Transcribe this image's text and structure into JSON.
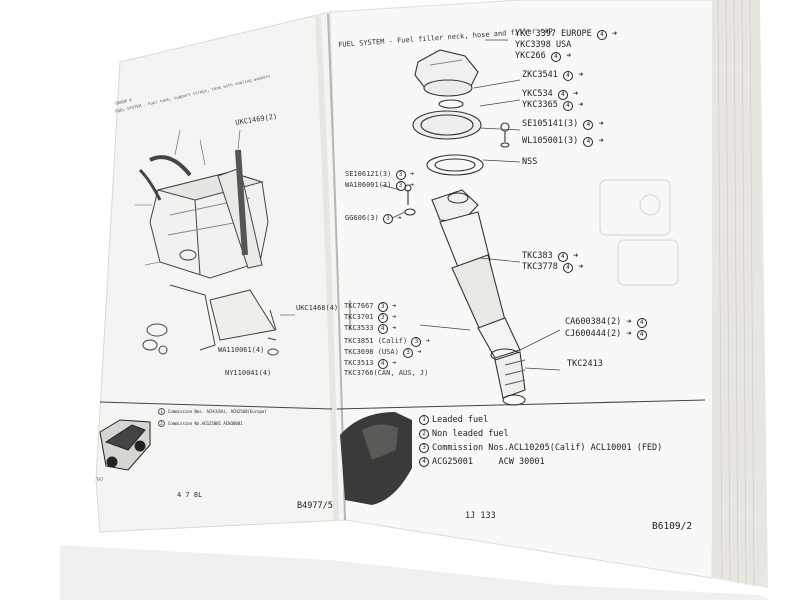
{
  "left_page": {
    "group": "GROUP 6",
    "heading": "FUEL SYSTEM - Fuel tank, support straps, tank with sealing washers",
    "part_labels": [
      "UKC1469(2)",
      "UKC1468(4)",
      "WA110061(4)",
      "NY110041(4)"
    ],
    "notes": [
      {
        "num": "1",
        "text": "Commission Nos. ACH(USA), ACH2568(Europe)"
      },
      {
        "num": "2",
        "text": "Commission No.ACG25001 ACW30001"
      }
    ],
    "footer_code": "TA7",
    "page_number": "4 7 8L",
    "plate_code": "B4977/5"
  },
  "right_page": {
    "heading": "FUEL SYSTEM - Fuel filler neck, hose and filler cap",
    "part_labels": [
      {
        "code": "YKC 3397 EUROPE",
        "mark": "4"
      },
      {
        "code": "YKC3398 USA",
        "mark": ""
      },
      {
        "code": "YKC266",
        "mark": "4"
      },
      {
        "code": "ZKC3541",
        "mark": "4"
      },
      {
        "code": "YKC534",
        "mark": "4"
      },
      {
        "code": "YKC3365",
        "mark": "4"
      },
      {
        "code": "SE105141(3)",
        "mark": "4"
      },
      {
        "code": "WL105001(3)",
        "mark": "4"
      },
      {
        "code": "NSS",
        "mark": ""
      },
      {
        "code": "TKC383",
        "mark": "4"
      },
      {
        "code": "TKC3778",
        "mark": "4"
      },
      {
        "code": "CA600384(2)",
        "mark": "4"
      },
      {
        "code": "CJ600444(2)",
        "mark": "4"
      },
      {
        "code": "TKC2413",
        "mark": ""
      }
    ],
    "left_labels": [
      {
        "code": "SE106121(3)",
        "mark": "3"
      },
      {
        "code": "WA106001(3)",
        "mark": "3"
      },
      {
        "code": "GG606(3)",
        "mark": "3"
      }
    ],
    "hose_labels": [
      {
        "code": "TKC7667",
        "mark": "3"
      },
      {
        "code": "TKC3701",
        "mark": "3"
      },
      {
        "code": "TKC3533",
        "mark": "4"
      },
      {
        "code": "TKC3851 (Calif)",
        "mark": "3"
      },
      {
        "code": "TKC3698 (USA)",
        "mark": "3"
      },
      {
        "code": "TKC3513",
        "mark": "4"
      },
      {
        "code": "TKC3766(CAN, AUS, J)",
        "mark": ""
      }
    ],
    "notes": [
      {
        "num": "1",
        "text": "Leaded fuel"
      },
      {
        "num": "2",
        "text": "Non leaded fuel"
      },
      {
        "num": "3",
        "text": "Commission Nos.ACL10205(Calif) ACL10001 (FED)"
      },
      {
        "num": "4",
        "text": "ACG25001     ACW 30001"
      }
    ],
    "page_number": "1J 133",
    "plate_code": "B6109/2"
  }
}
